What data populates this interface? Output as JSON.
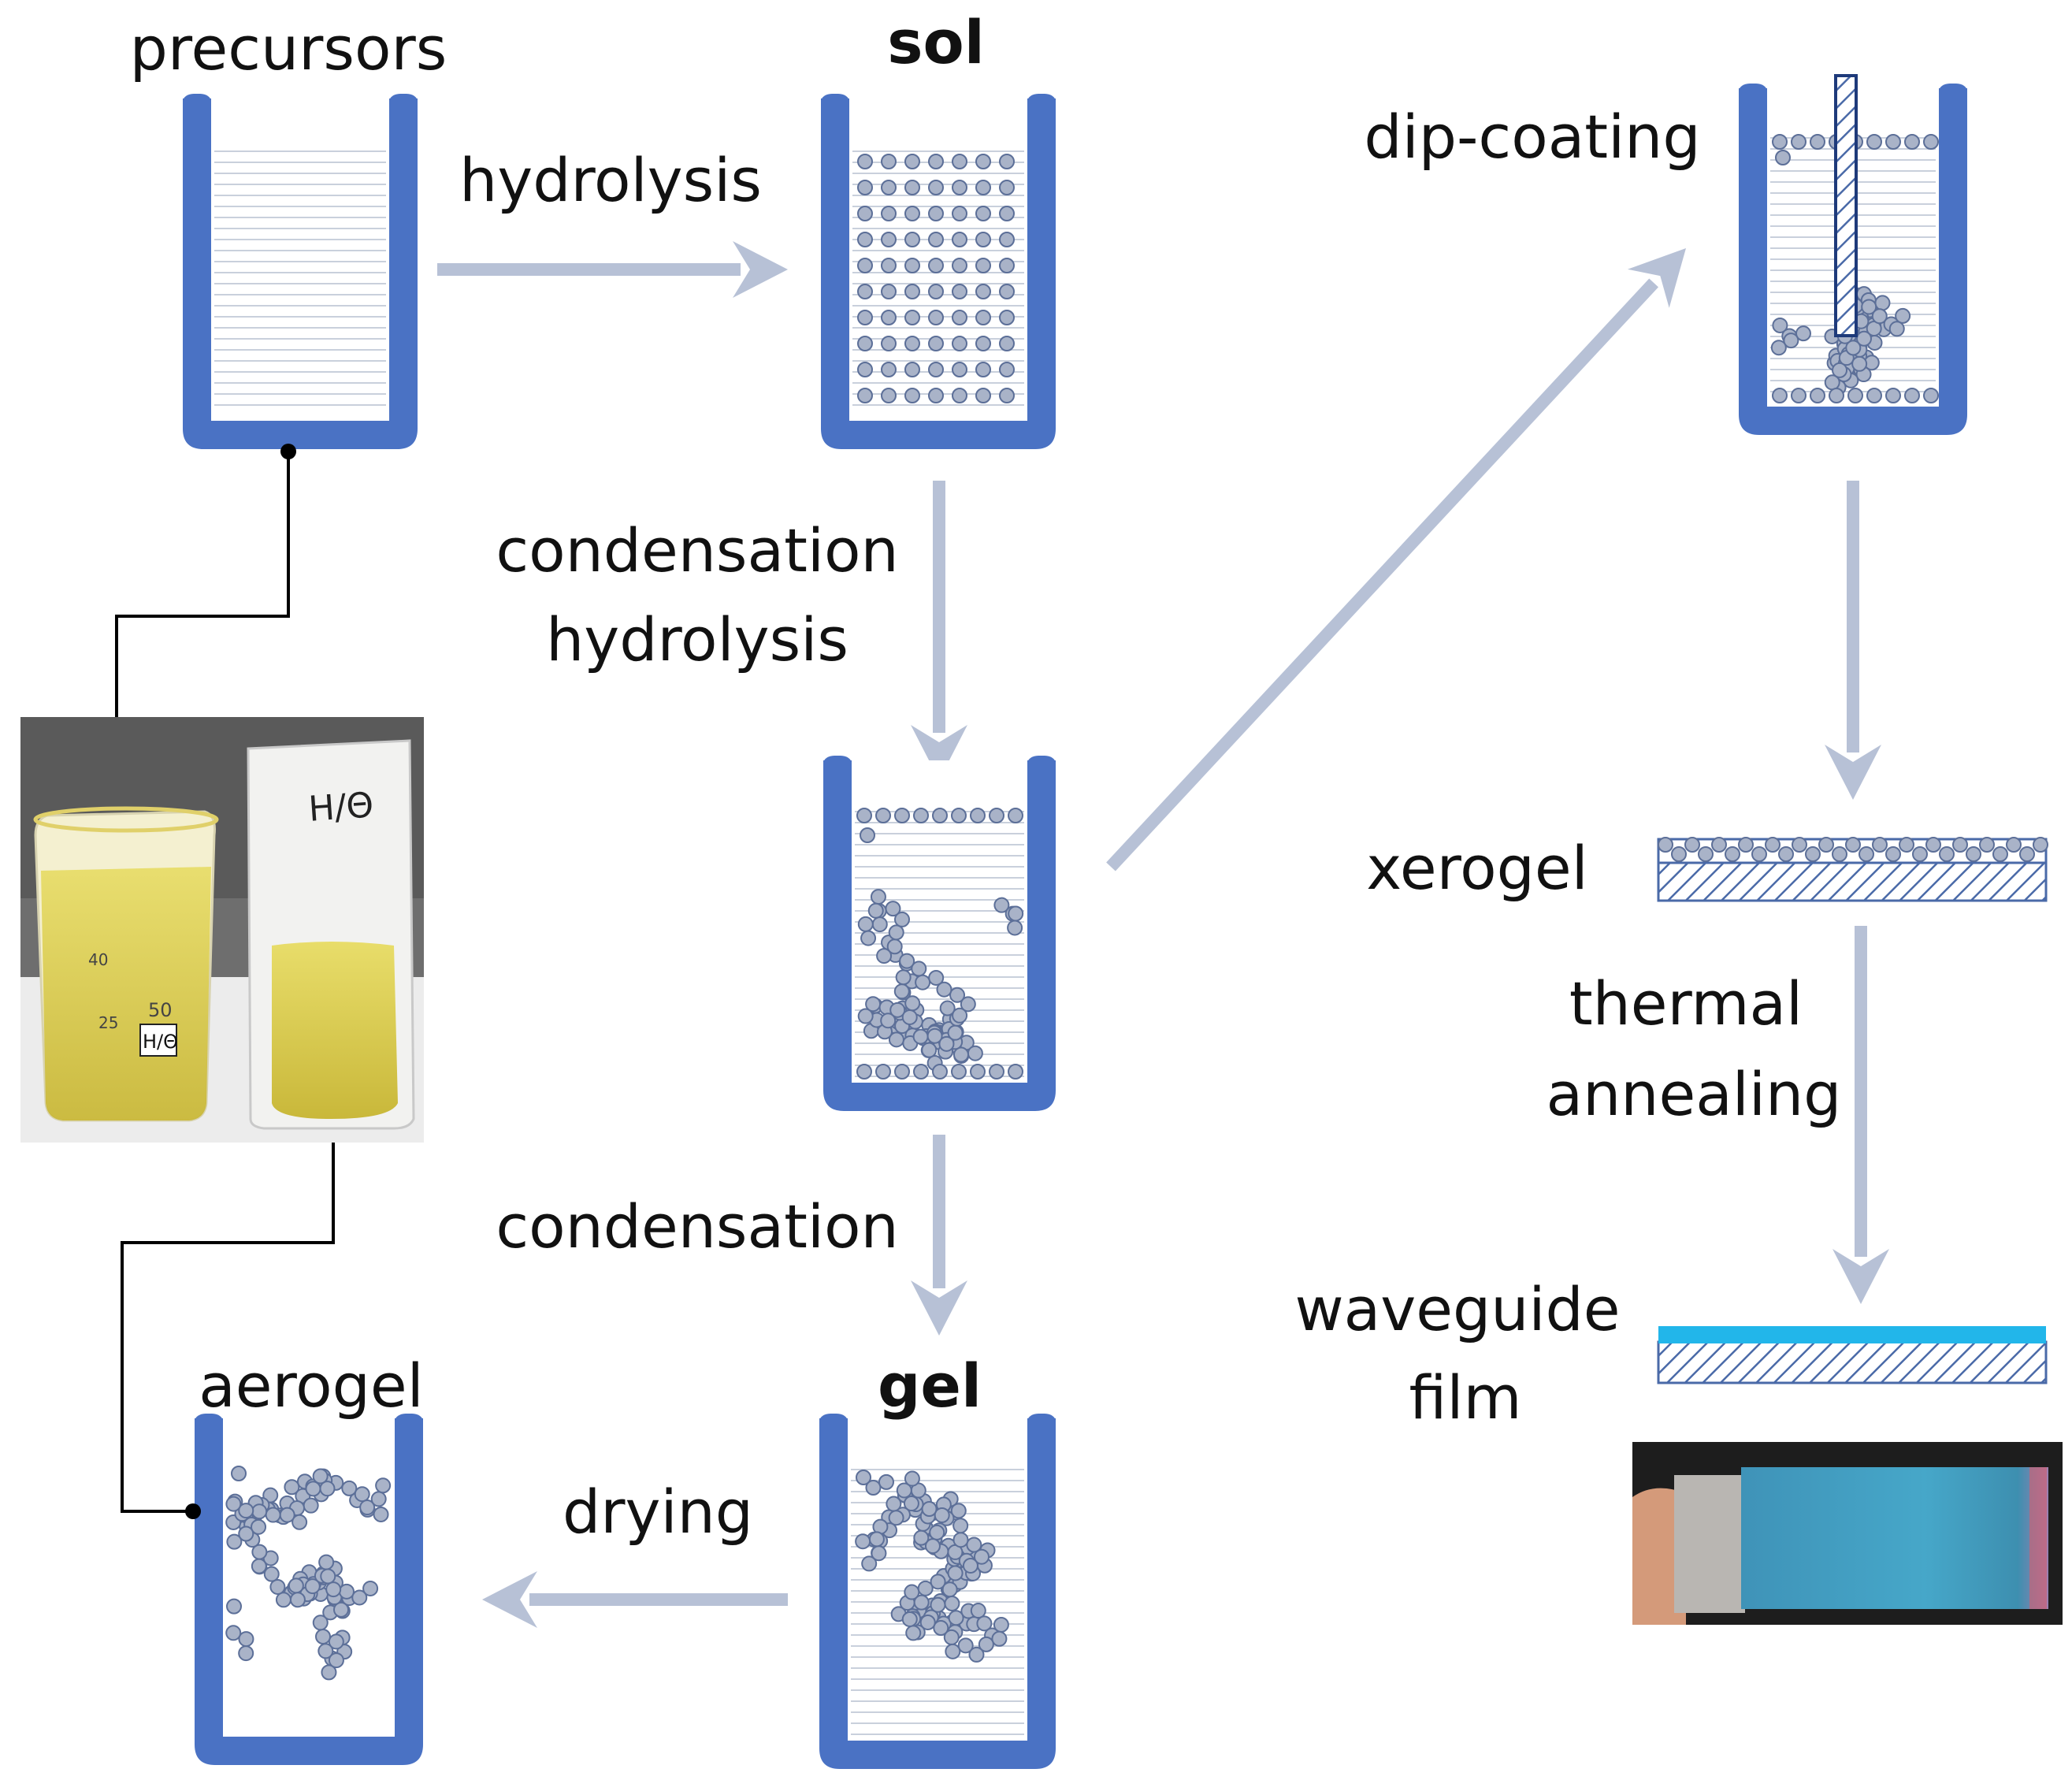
{
  "labels": {
    "precursors": "precursors",
    "sol": "sol",
    "hydrolysis_1": "hydrolysis",
    "condensation_1": "condensation",
    "hydrolysis_2": "hydrolysis",
    "condensation_2": "condensation",
    "gel": "gel",
    "drying": "drying",
    "aerogel": "aerogel",
    "dip_coating": "dip-coating",
    "xerogel": "xerogel",
    "thermal": "thermal",
    "annealing": "annealing",
    "waveguide": "waveguide",
    "film": "film"
  },
  "photo_text": {
    "beaker_marks": [
      "40",
      "50",
      "25"
    ],
    "beaker_label": "H/Θ",
    "cylinder_label": "H/Θ"
  },
  "colors": {
    "container": "#4a72c4",
    "arrow": "#b7c1d6",
    "particle_fill": "#a9b3c8",
    "particle_stroke": "#5c6f98",
    "liquid_line": "#c9d0dc",
    "waveguide_layer": "#22b6ea",
    "connector": "#000000"
  }
}
